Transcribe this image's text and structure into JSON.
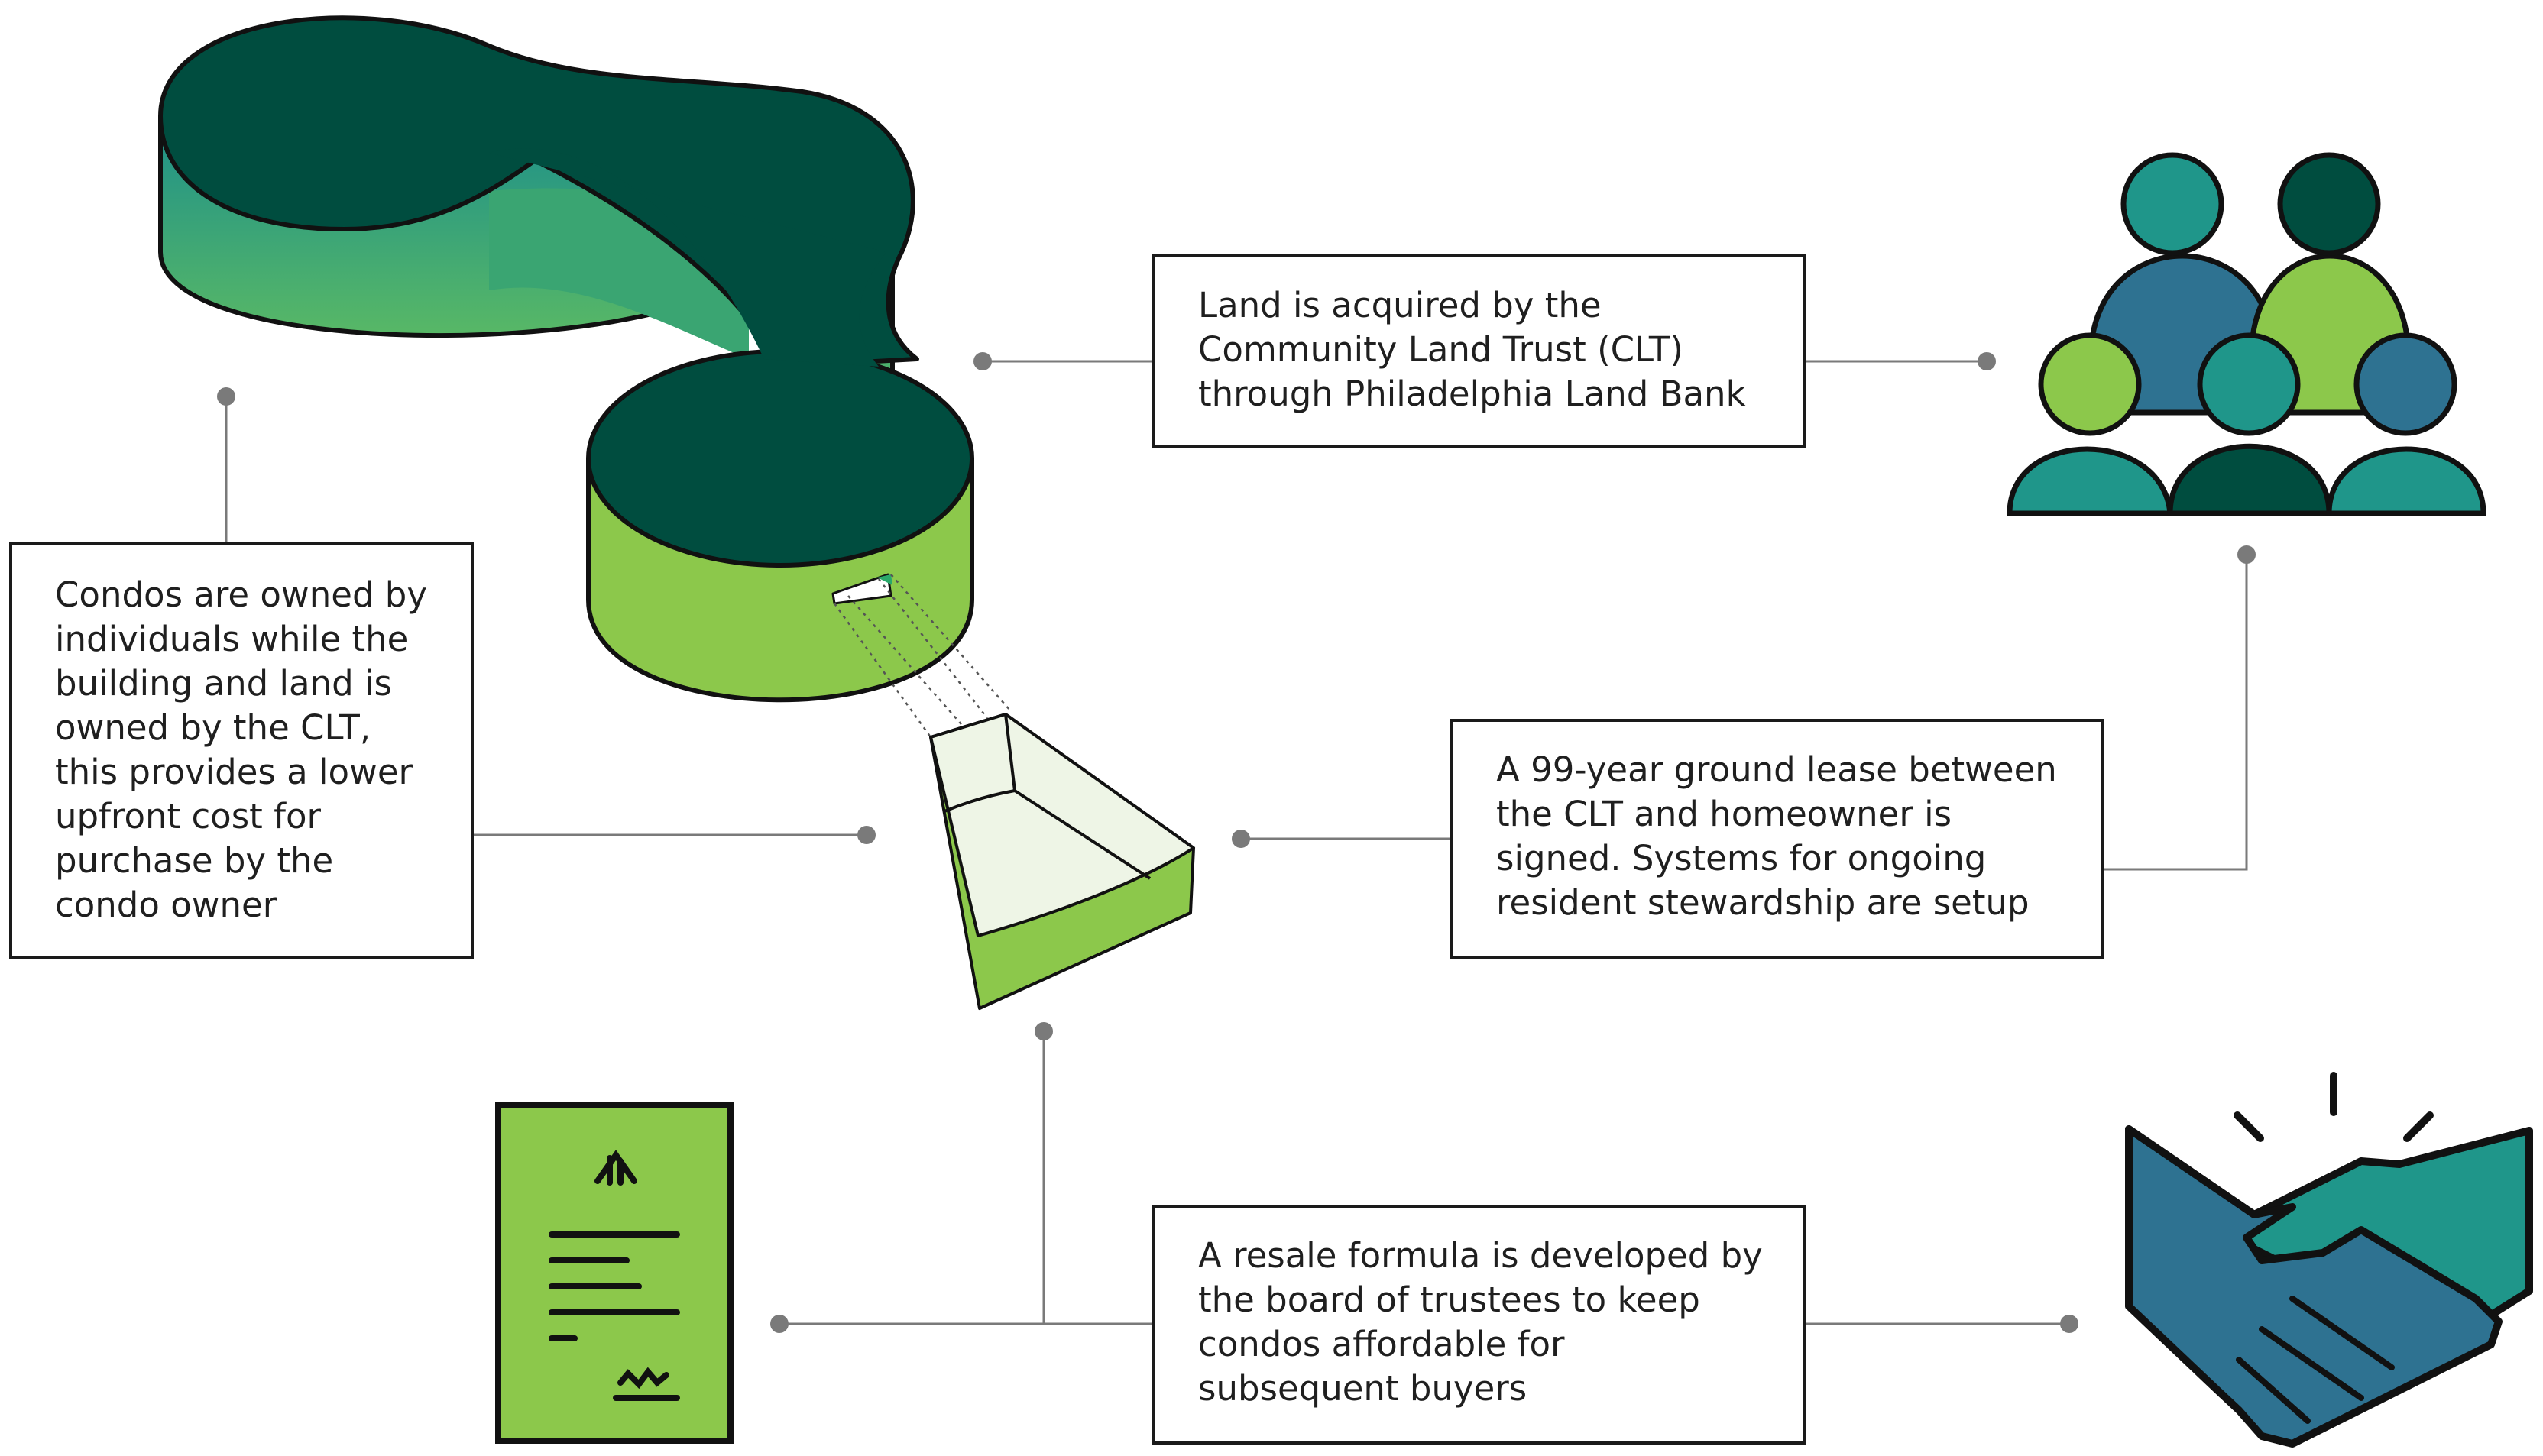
{
  "boxes": {
    "land": "Land is acquired by the Community Land Trust (CLT) through Philadelphia Land Bank",
    "condos": "Condos are owned by individuals while the building and land is owned by the CLT, this provides a lower upfront cost for purchase by the condo owner",
    "lease": "A 99-year ground lease between the CLT and homeowner is signed. Systems for ongoing resident stewardship are setup",
    "resale": "A resale formula is developed by the board of trustees to keep condos affordable for subsequent buyers"
  },
  "colors": {
    "dark_green": "#004d3f",
    "teal": "#1f968a",
    "lime": "#8cc84b",
    "blue": "#2e7291",
    "pale": "#eef5e6",
    "connector": "#7a7a7a",
    "outline": "#1a1a1a"
  },
  "icons": [
    "land-parcel-icon",
    "lot-slice-icon",
    "community-people-icon",
    "document-icon",
    "handshake-icon"
  ]
}
